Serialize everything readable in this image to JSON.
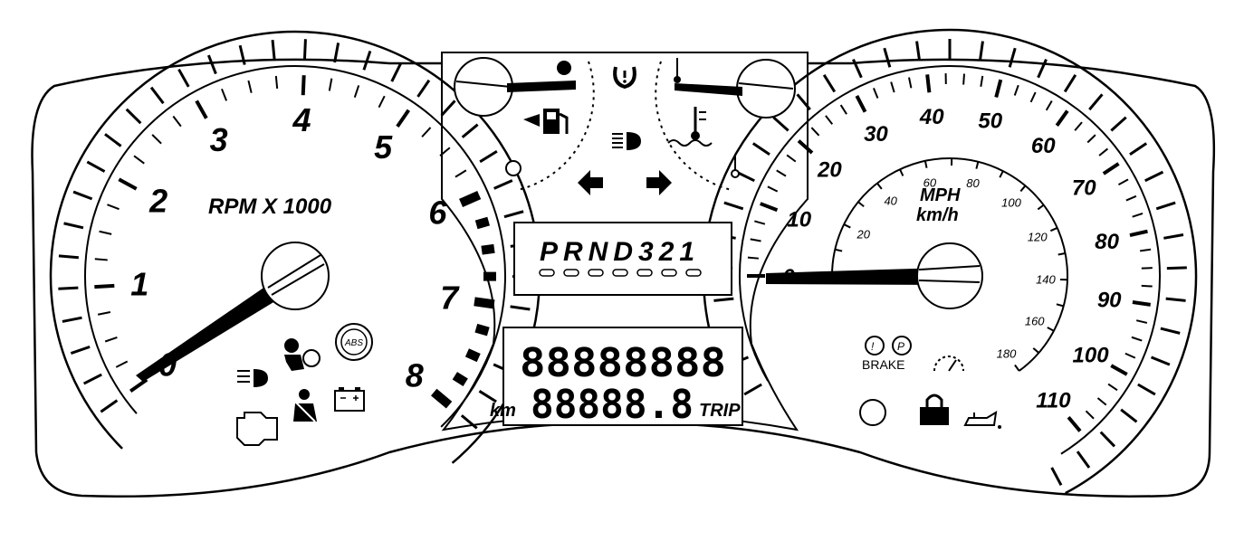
{
  "tachometer": {
    "label": "RPM X 1000",
    "numbers": [
      "0",
      "1",
      "2",
      "3",
      "4",
      "5",
      "6",
      "7",
      "8"
    ]
  },
  "speedometer": {
    "label_primary": "MPH",
    "label_secondary": "km/h",
    "mph_numbers": [
      "0",
      "10",
      "20",
      "30",
      "40",
      "50",
      "60",
      "70",
      "80",
      "90",
      "100",
      "110"
    ],
    "kmh_numbers": [
      "20",
      "40",
      "60",
      "80",
      "100",
      "120",
      "140",
      "160",
      "180"
    ]
  },
  "gear_display": {
    "text": "PRND321"
  },
  "odometer": {
    "digits": "88888888"
  },
  "trip": {
    "prefix": "km",
    "digits": "88888.8",
    "suffix": "TRIP"
  },
  "warning_labels": {
    "abs": "ABS",
    "brake": "BRAKE"
  },
  "icons": [
    "fuel-pump-icon",
    "tire-pressure-icon",
    "headlight-icon",
    "left-turn-arrow-icon",
    "right-turn-arrow-icon",
    "coolant-temperature-icon",
    "airbag-icon",
    "abs-icon",
    "seatbelt-icon",
    "battery-icon",
    "check-engine-icon",
    "fog-light-icon",
    "brake-warning-icon",
    "cruise-control-icon",
    "security-lock-icon",
    "oil-pressure-icon",
    "indicator-circle-icon"
  ],
  "colors": {
    "ink": "#000000",
    "background": "#ffffff"
  }
}
